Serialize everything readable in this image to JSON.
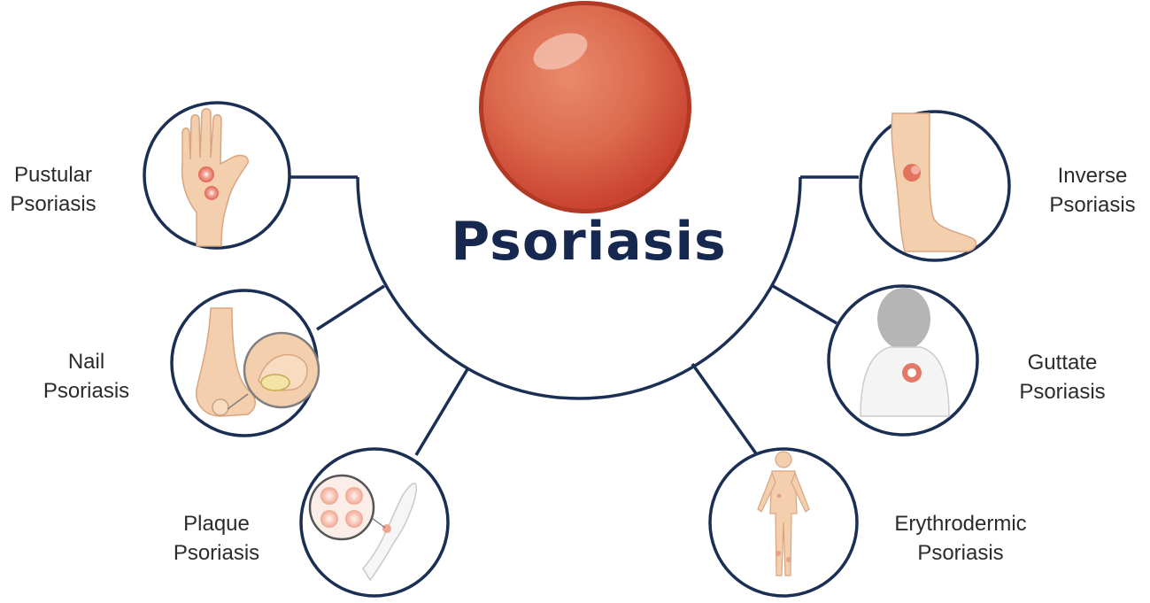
{
  "title": "Psoriasis",
  "colors": {
    "line": "#1b2f55",
    "title": "#16284f",
    "sphere": "#d9583c",
    "skin": "#f3cfae",
    "lesion": "#e0634f"
  },
  "types": [
    {
      "id": "pustular",
      "line1": "Pustular",
      "line2": "Psoriasis",
      "icon": "hand-palm-icon"
    },
    {
      "id": "nail",
      "line1": "Nail",
      "line2": "Psoriasis",
      "icon": "foot-toenail-icon"
    },
    {
      "id": "plaque",
      "line1": "Plaque",
      "line2": "Psoriasis",
      "icon": "plaque-lesion-icon"
    },
    {
      "id": "inverse",
      "line1": "Inverse",
      "line2": "Psoriasis",
      "icon": "leg-icon"
    },
    {
      "id": "guttate",
      "line1": "Guttate",
      "line2": "Psoriasis",
      "icon": "back-torso-icon"
    },
    {
      "id": "erythrodermic",
      "line1": "Erythrodermic",
      "line2": "Psoriasis",
      "icon": "full-body-icon"
    }
  ]
}
